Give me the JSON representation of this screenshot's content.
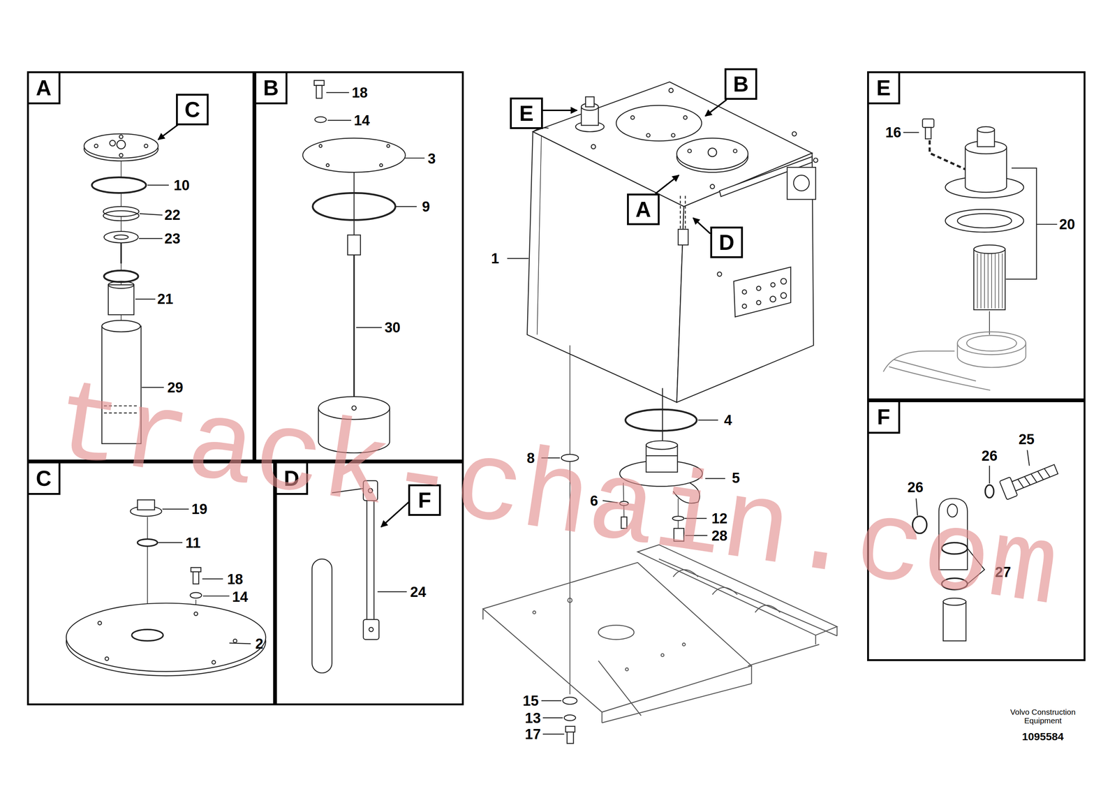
{
  "diagram": {
    "nodes": [
      {
        "text": [
          "A"
        ]
      },
      {
        "text": [
          "C"
        ],
        "in": 0
      },
      {
        "text": [
          "B"
        ]
      },
      {
        "text": [
          "E"
        ]
      },
      {
        "text": [
          "B"
        ]
      },
      {
        "text": [
          "A"
        ]
      },
      {
        "text": [
          "D"
        ]
      },
      {
        "text": [
          "E"
        ]
      },
      {
        "text": [
          "C"
        ]
      },
      {
        "text": [
          "D"
        ]
      },
      {
        "text": [
          "F"
        ],
        "in": 9
      },
      {
        "text": [
          "F"
        ]
      }
    ],
    "labels": [
      "10",
      "22",
      "23",
      "21",
      "29",
      "18",
      "14",
      "3",
      "9",
      "30",
      "19",
      "11",
      "18",
      "14",
      "2",
      "24",
      "16",
      "20",
      "25",
      "26",
      "26",
      "27",
      "1",
      "4",
      "8",
      "5",
      "6",
      "12",
      "28",
      "15",
      "13",
      "17",
      "Volvo Construction Equipment",
      "1095584",
      "track-chain.com"
    ]
  }
}
